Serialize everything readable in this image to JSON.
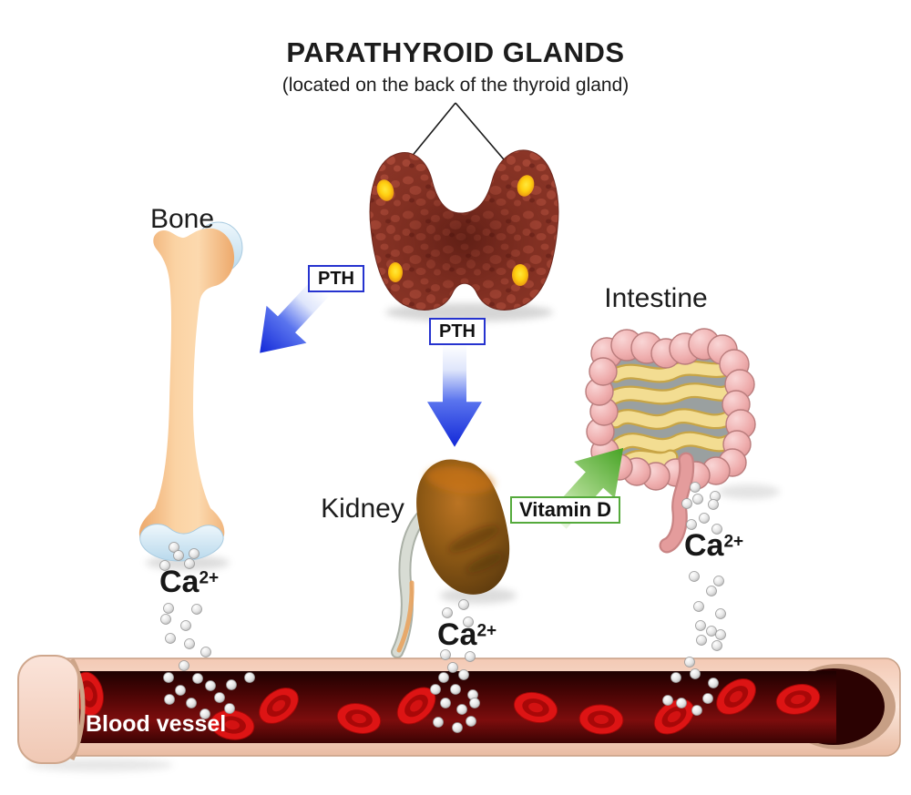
{
  "title": "PARATHYROID GLANDS",
  "subtitle": "(located on the back of the thyroid gland)",
  "organs": {
    "bone": {
      "label": "Bone"
    },
    "kidney": {
      "label": "Kidney"
    },
    "intestine": {
      "label": "Intestine"
    }
  },
  "hormone_boxes": {
    "pth_to_bone": {
      "label": "PTH"
    },
    "pth_to_kidney": {
      "label": "PTH"
    },
    "vitamin_d": {
      "label": "Vitamin D"
    }
  },
  "ions": {
    "bone_calcium": {
      "base": "Ca",
      "sup": "2+"
    },
    "kidney_calcium": {
      "base": "Ca",
      "sup": "2+"
    },
    "intestine_calcium": {
      "base": "Ca",
      "sup": "2+"
    }
  },
  "blood_vessel": {
    "label": "Blood vessel"
  },
  "colors": {
    "accent-blue": "#2633cf",
    "accent-green": "#55aa3c",
    "text-dark": "#1c1c1c",
    "vessel-label": "#ffffff",
    "thyroid-red": "#8a3527",
    "parathyroid-yellow": "#ffd21e",
    "bone-tan": "#f6c391",
    "cartilage-blue": "#cfe5f4",
    "kidney-brown": "#8a5513",
    "intestine-pink": "#efaeae",
    "intestine-yellow": "#f3dd92",
    "vessel-wall-pink": "#f6cfba",
    "vessel-lumen-red": "#4a0505",
    "rbc-red": "#dd1414",
    "calcium-dot-gray": "#d9d9d9"
  }
}
